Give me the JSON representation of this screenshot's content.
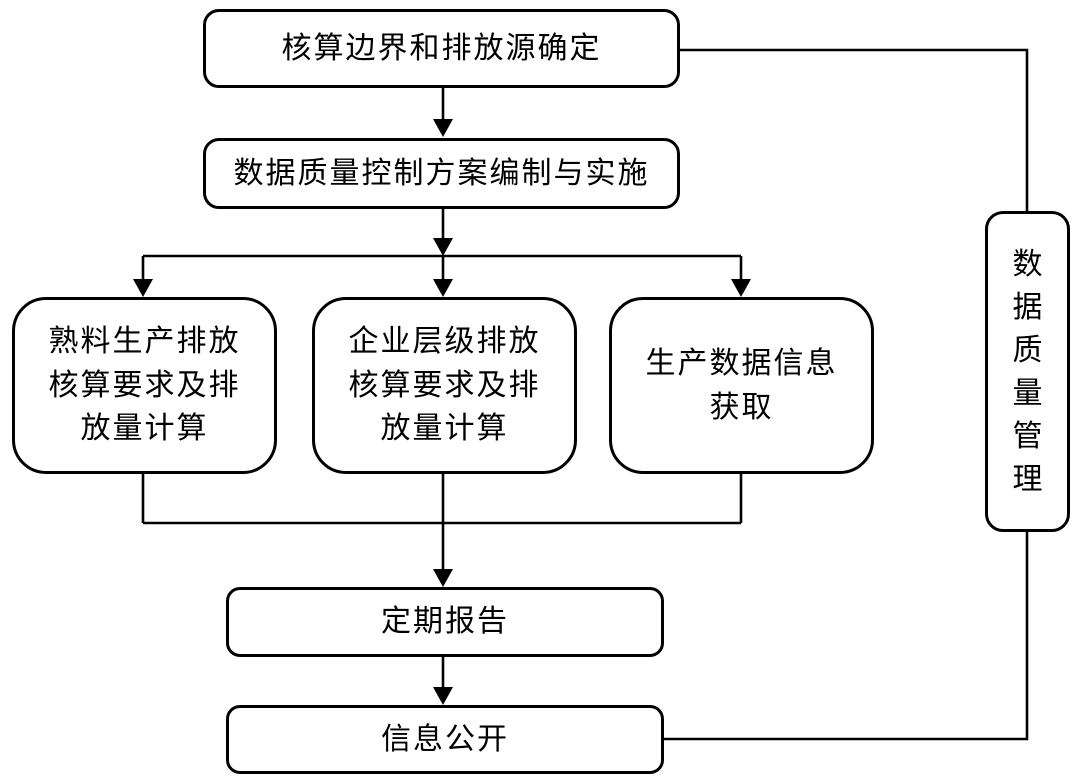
{
  "diagram": {
    "colors": {
      "stroke": "#000000",
      "background": "#ffffff",
      "text": "#000000"
    },
    "nodes": {
      "boundary": {
        "label": "核算边界和排放源确定"
      },
      "quality_plan": {
        "label": "数据质量控制方案编制与实施"
      },
      "clinker": {
        "label": "熟料生产排放\n核算要求及排\n放量计算"
      },
      "enterprise": {
        "label": "企业层级排放\n核算要求及排\n放量计算"
      },
      "production": {
        "label": "生产数据信息\n获取"
      },
      "report": {
        "label": "定期报告"
      },
      "disclosure": {
        "label": "信息公开"
      },
      "management": {
        "label": "数据质量管理"
      }
    },
    "edges": [
      {
        "from": "boundary",
        "to": "quality_plan",
        "arrow": true
      },
      {
        "from": "quality_plan",
        "to": "clinker",
        "arrow": true
      },
      {
        "from": "quality_plan",
        "to": "enterprise",
        "arrow": true
      },
      {
        "from": "quality_plan",
        "to": "production",
        "arrow": true
      },
      {
        "from": "clinker",
        "to": "report",
        "arrow": true
      },
      {
        "from": "enterprise",
        "to": "report",
        "arrow": true
      },
      {
        "from": "production",
        "to": "report",
        "arrow": true
      },
      {
        "from": "report",
        "to": "disclosure",
        "arrow": true
      },
      {
        "from": "boundary",
        "to": "management",
        "arrow": false
      },
      {
        "from": "management",
        "to": "disclosure",
        "arrow": false
      }
    ]
  }
}
